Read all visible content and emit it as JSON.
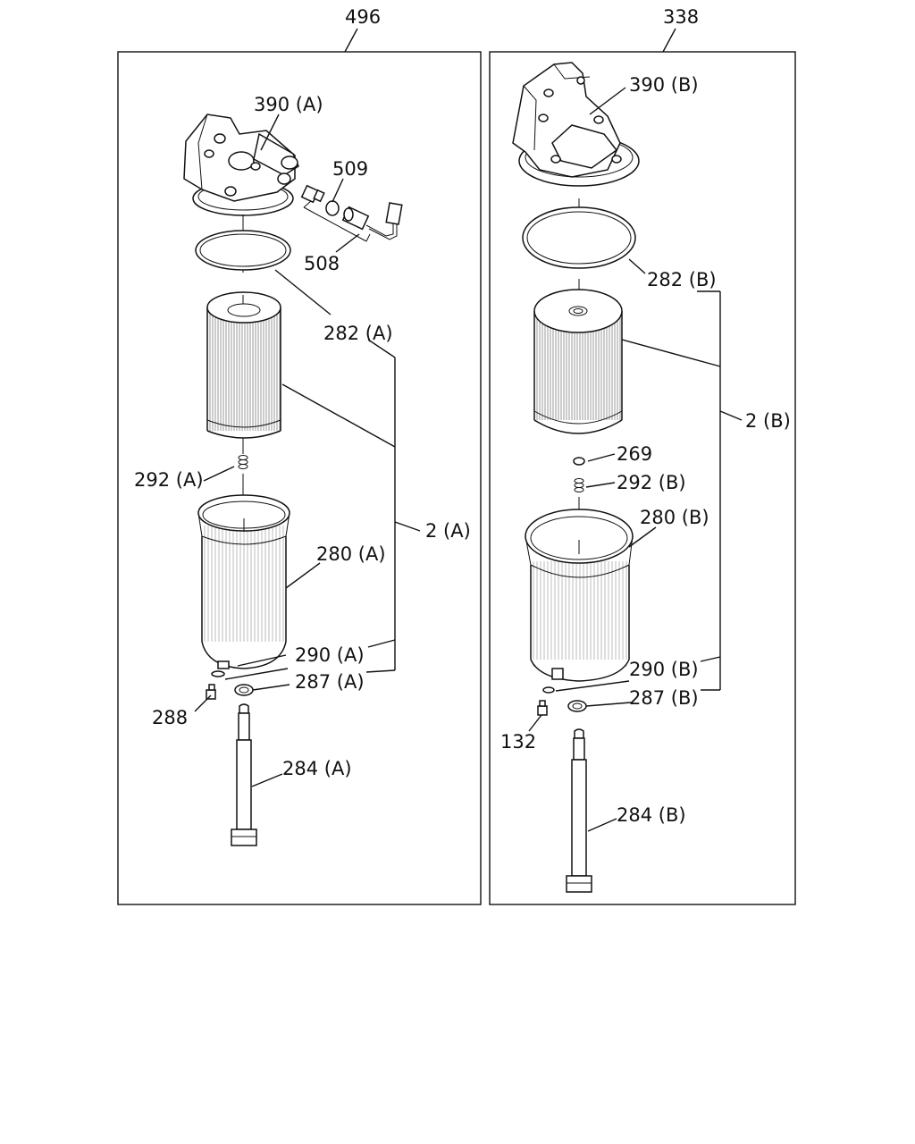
{
  "panels": [
    {
      "id": "A",
      "number": "496",
      "labels": {
        "head": "390 (A)",
        "sensor_ring": "509",
        "sensor": "508",
        "gasket": "282 (A)",
        "spring": "292 (A)",
        "bowl": "280 (A)",
        "assembly": "2 (A)",
        "drain_ring": "290 (A)",
        "washer": "287 (A)",
        "plug": "288",
        "bolt": "284 (A)"
      }
    },
    {
      "id": "B",
      "number": "338",
      "labels": {
        "head": "390 (B)",
        "gasket": "282 (B)",
        "assembly": "2 (B)",
        "seal": "269",
        "spring": "292 (B)",
        "bowl": "280 (B)",
        "drain_ring": "290 (B)",
        "washer": "287 (B)",
        "plug": "132",
        "bolt": "284 (B)"
      }
    }
  ]
}
